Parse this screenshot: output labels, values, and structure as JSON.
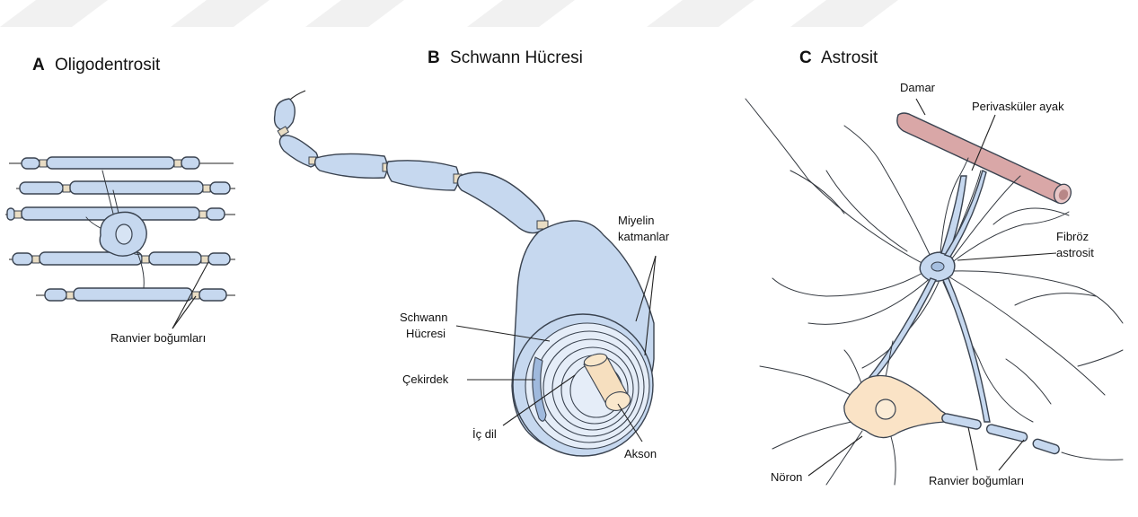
{
  "panels": {
    "a": {
      "letter": "A",
      "title": "Oligodentrosit",
      "labels": {
        "nodes": "Ranvier boğumları"
      }
    },
    "b": {
      "letter": "B",
      "title": "Schwann Hücresi",
      "labels": {
        "myelin_1": "Miyelin",
        "myelin_2": "katmanlar",
        "schwann_1": "Schwann",
        "schwann_2": "Hücresi",
        "nucleus": "Çekirdek",
        "inner_tongue": "İç dil",
        "axon": "Akson"
      }
    },
    "c": {
      "letter": "C",
      "title": "Astrosit",
      "labels": {
        "vessel": "Damar",
        "endfoot": "Perivasküler ayak",
        "fibrous_1": "Fibröz",
        "fibrous_2": "astrosit",
        "neuron": "Nöron",
        "nodes": "Ranvier boğumları"
      }
    }
  },
  "colors": {
    "myelin": "#c6d8ef",
    "node": "#e9ddc4",
    "vessel": "#d9a7a7",
    "neuron": "#fae3c6",
    "outline": "#3a4350"
  }
}
